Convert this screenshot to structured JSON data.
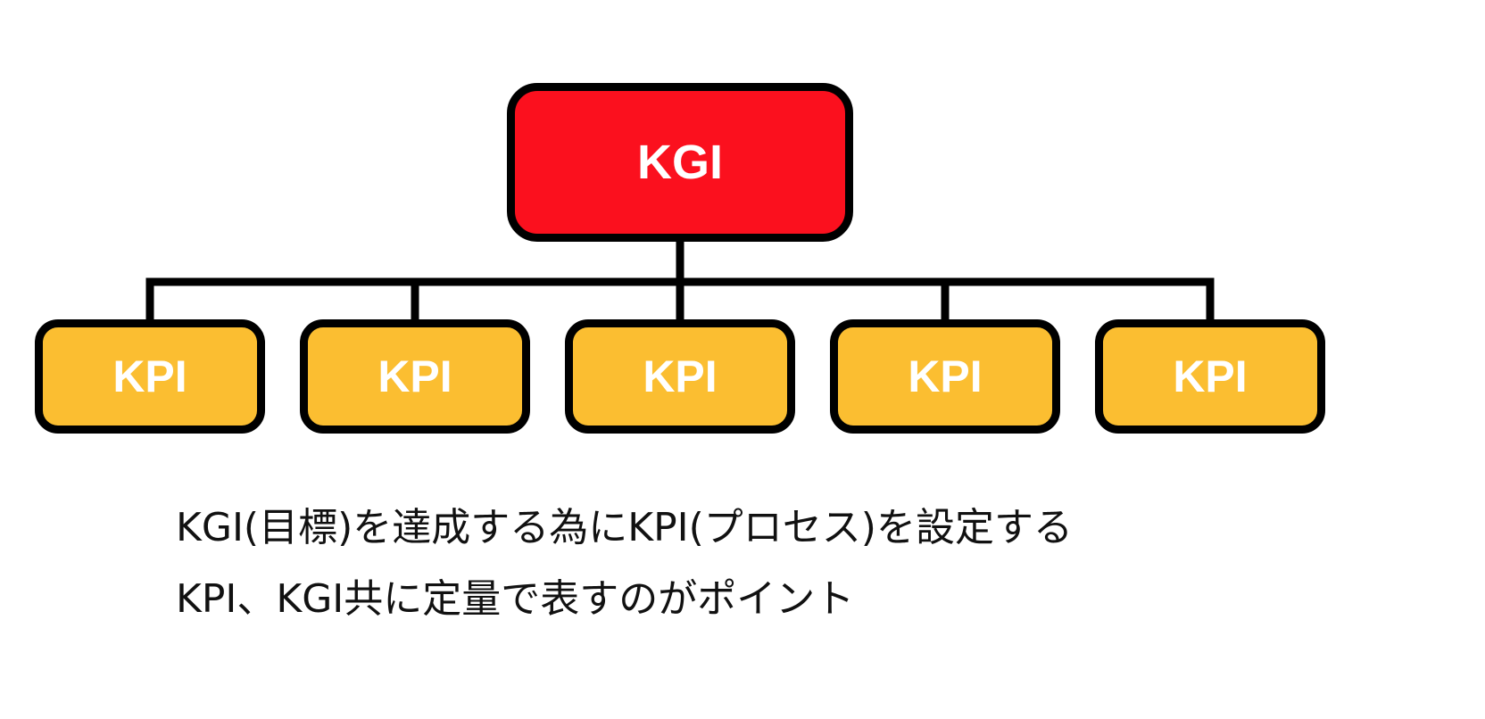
{
  "colors": {
    "root_fill": "#fb101e",
    "child_fill": "#fbbe31",
    "border": "#000000",
    "box_text": "#ffffff",
    "caption_text": "#111111"
  },
  "root": {
    "label": "KGI"
  },
  "children": [
    {
      "label": "KPI"
    },
    {
      "label": "KPI"
    },
    {
      "label": "KPI"
    },
    {
      "label": "KPI"
    },
    {
      "label": "KPI"
    }
  ],
  "caption": {
    "line1": "KGI(目標)を達成する為にKPI(プロセス)を設定する",
    "line2": "KPI、KGI共に定量で表すのがポイント"
  }
}
